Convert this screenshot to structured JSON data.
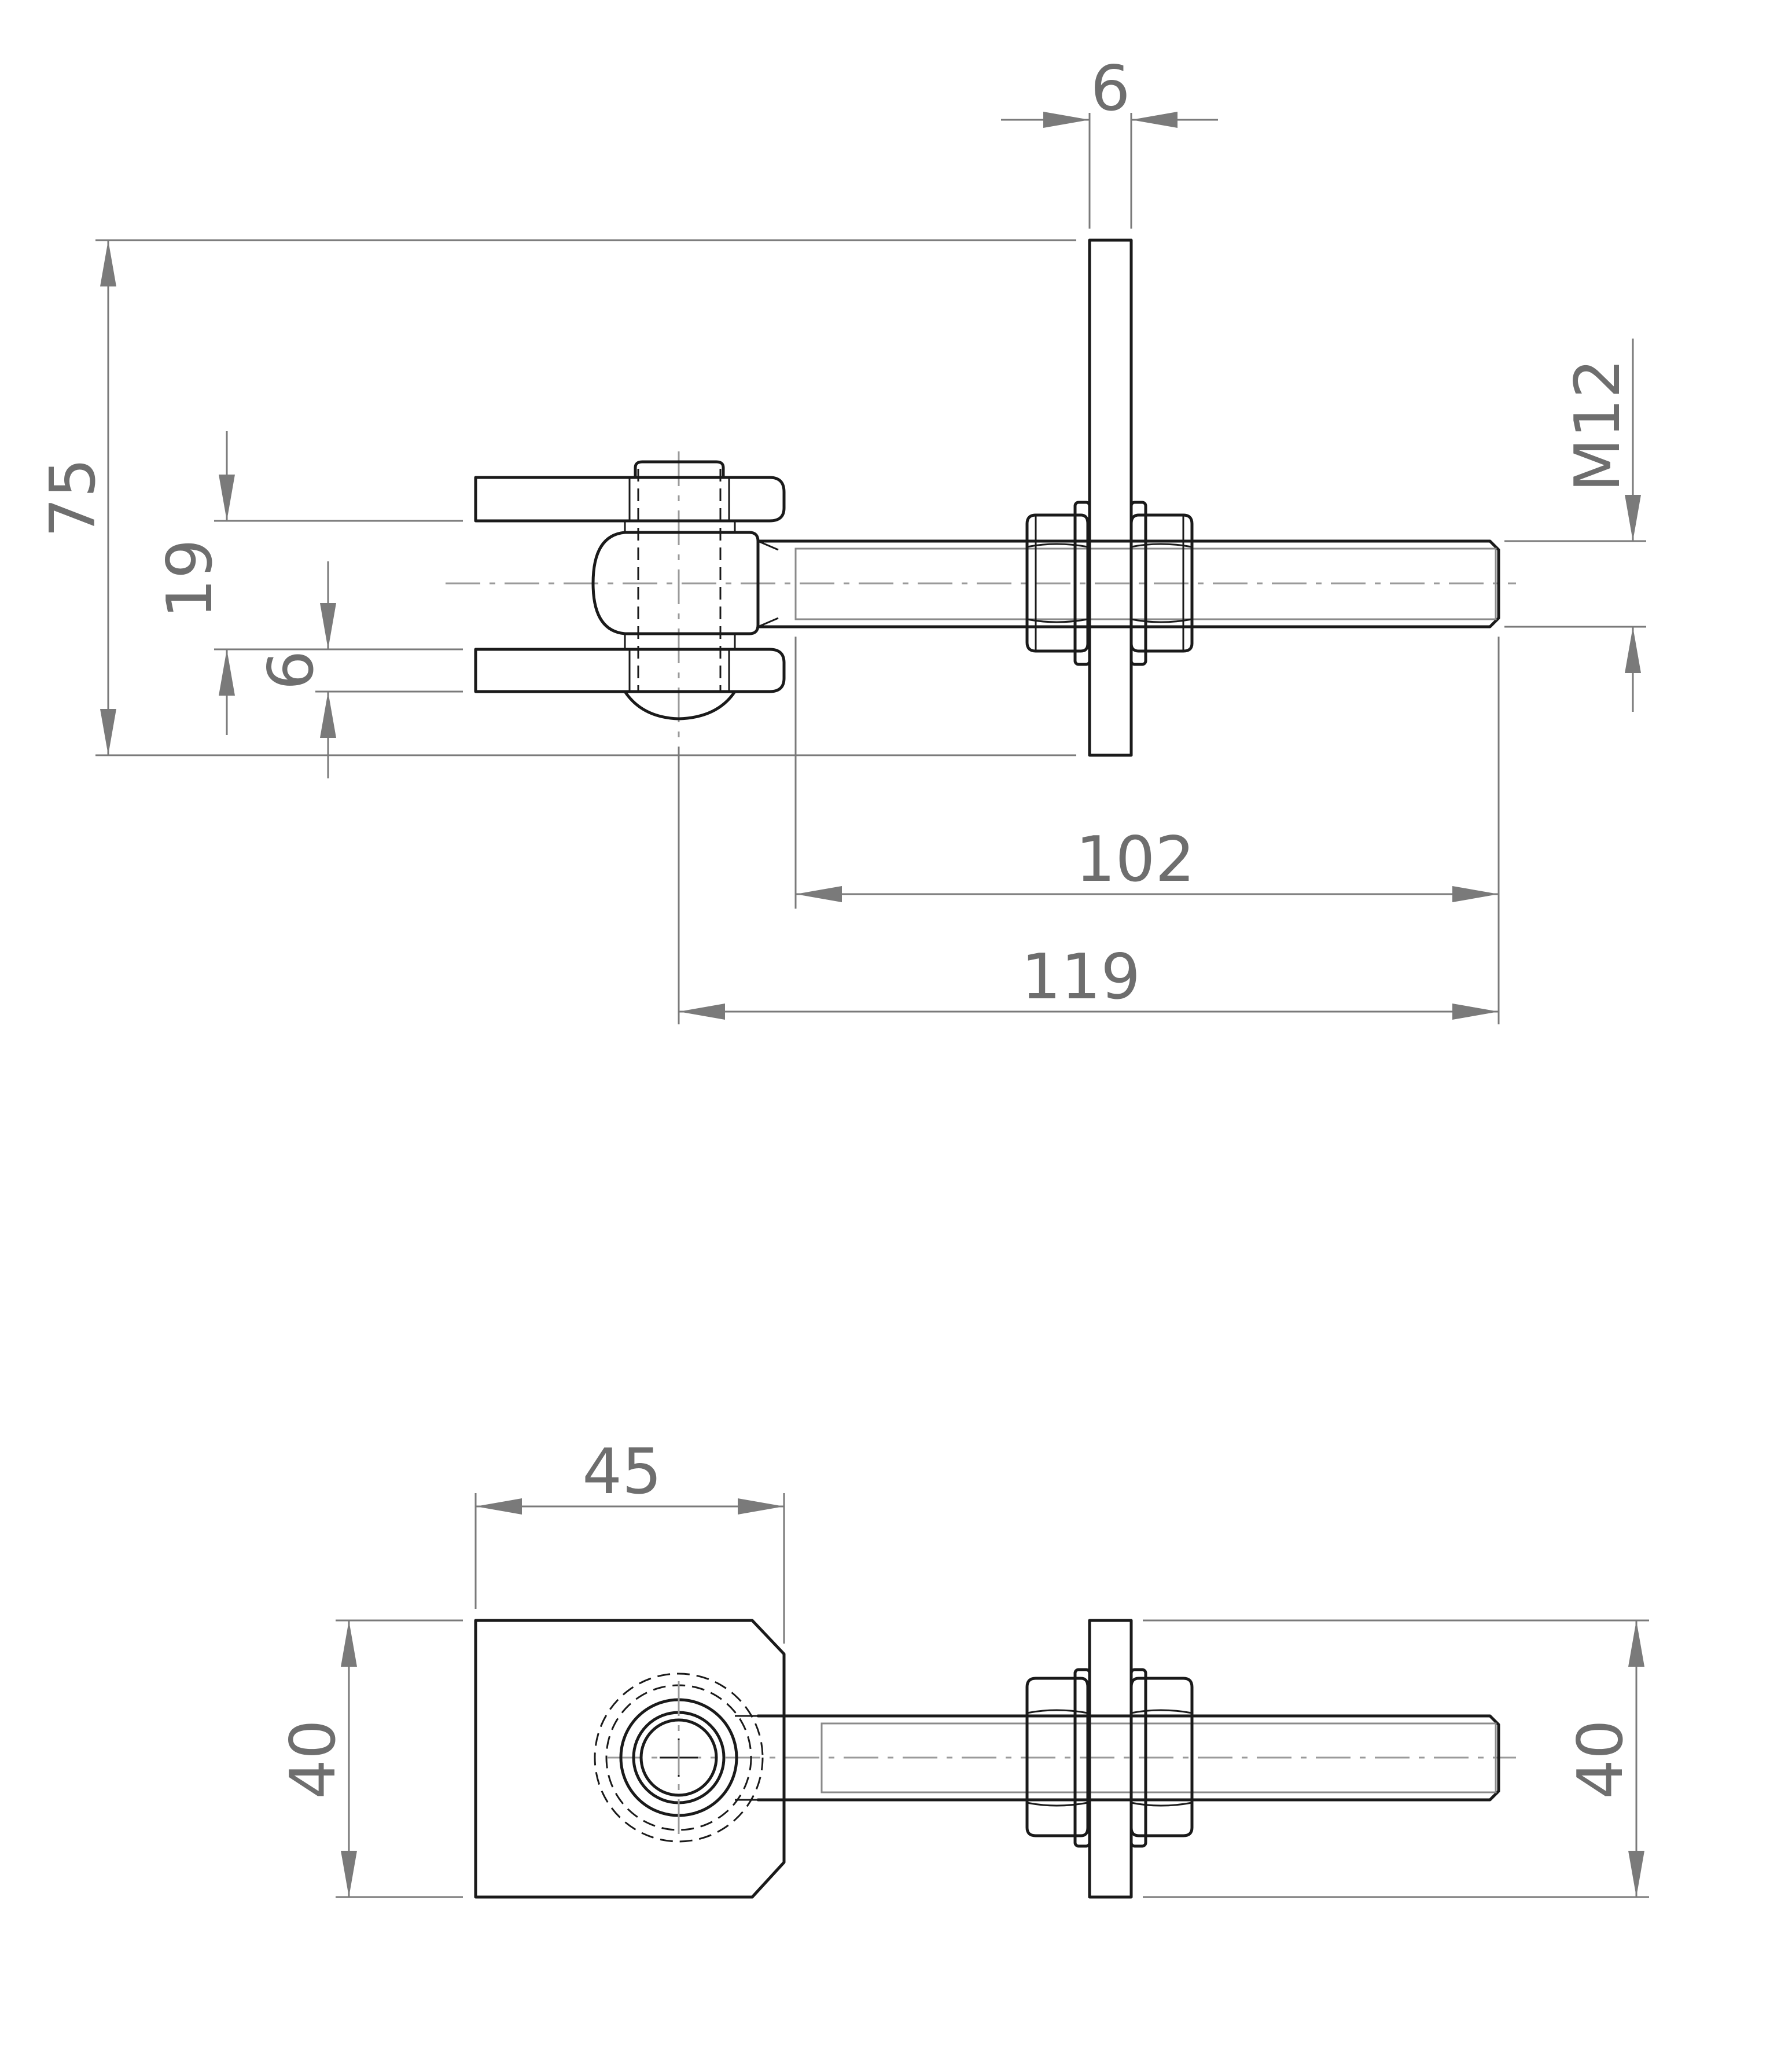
{
  "drawing": {
    "side_view": {
      "dimensions": {
        "plate_thickness": "6",
        "overall_height": "75",
        "eye_gap": "19",
        "eye_thickness": "6",
        "thread_size": "M12",
        "thread_length": "102",
        "overall_length": "119"
      }
    },
    "top_view": {
      "dimensions": {
        "eye_plate_width": "45",
        "eye_plate_height": "40",
        "plate_height": "40"
      }
    }
  },
  "colors": {
    "outline": "#1a1a1a",
    "dimension": "#7a7a7a",
    "background": "#ffffff"
  }
}
